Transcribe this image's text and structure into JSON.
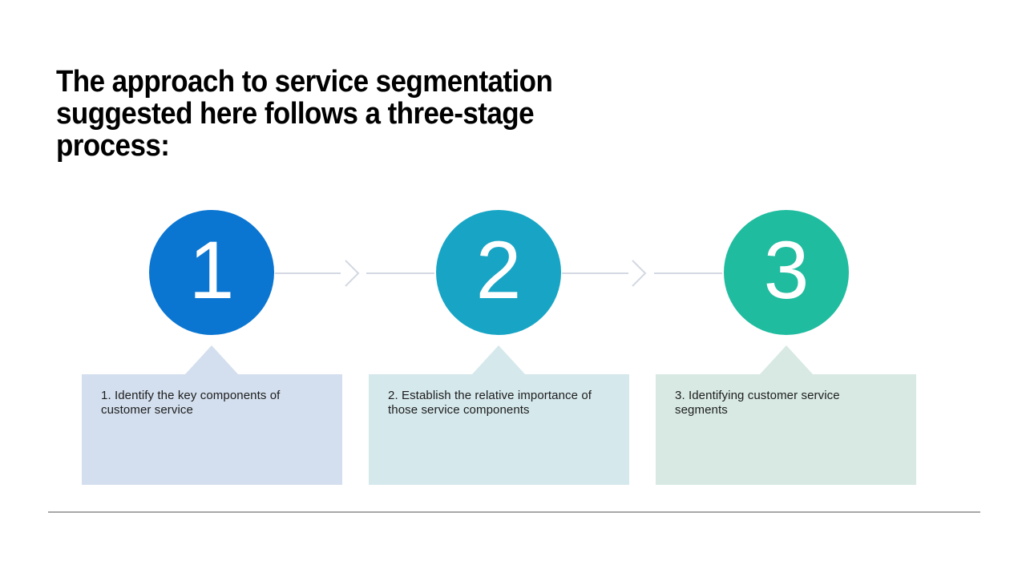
{
  "slide": {
    "title": "The approach to service segmentation\nsuggested here follows a three-stage\nprocess:",
    "stages": [
      {
        "number": "1",
        "label": "1. Identify the key components of\ncustomer service",
        "circle_color": "#0b76d1",
        "box_color": "#d3dfee"
      },
      {
        "number": "2",
        "label": "2. Establish the relative importance of\nthose service components",
        "circle_color": "#18a5c5",
        "box_color": "#d5e8ec"
      },
      {
        "number": "3",
        "label": "3. Identifying customer service\nsegments",
        "circle_color": "#20bc9f",
        "box_color": "#d7e9e2"
      }
    ],
    "connector_color": "#d3d8e2",
    "divider_color": "#a8a8a8"
  }
}
